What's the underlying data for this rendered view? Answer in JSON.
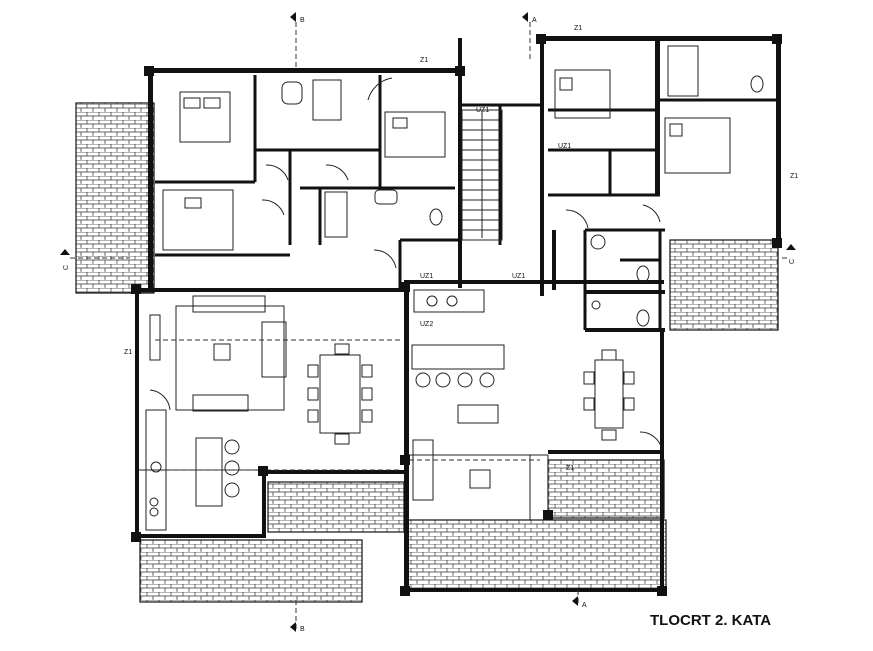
{
  "plan": {
    "title": "TLOCRT 2. KATA",
    "section_marks": {
      "a": "A",
      "b": "B",
      "c": "C"
    },
    "wall_marks": {
      "z1": "Z1",
      "uz1": "UZ1",
      "uz2": "UZ2"
    }
  }
}
